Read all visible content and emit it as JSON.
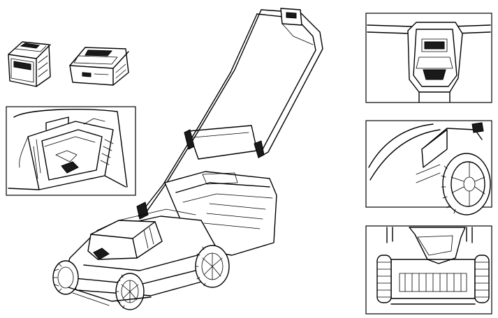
{
  "figure": {
    "panels": [
      {
        "id": "battery"
      },
      {
        "id": "charger"
      },
      {
        "id": "battery-compartment-detail"
      },
      {
        "id": "mower-overview"
      },
      {
        "id": "handle-switch-detail"
      },
      {
        "id": "rear-wheel-detail"
      },
      {
        "id": "rear-view-detail"
      }
    ]
  }
}
